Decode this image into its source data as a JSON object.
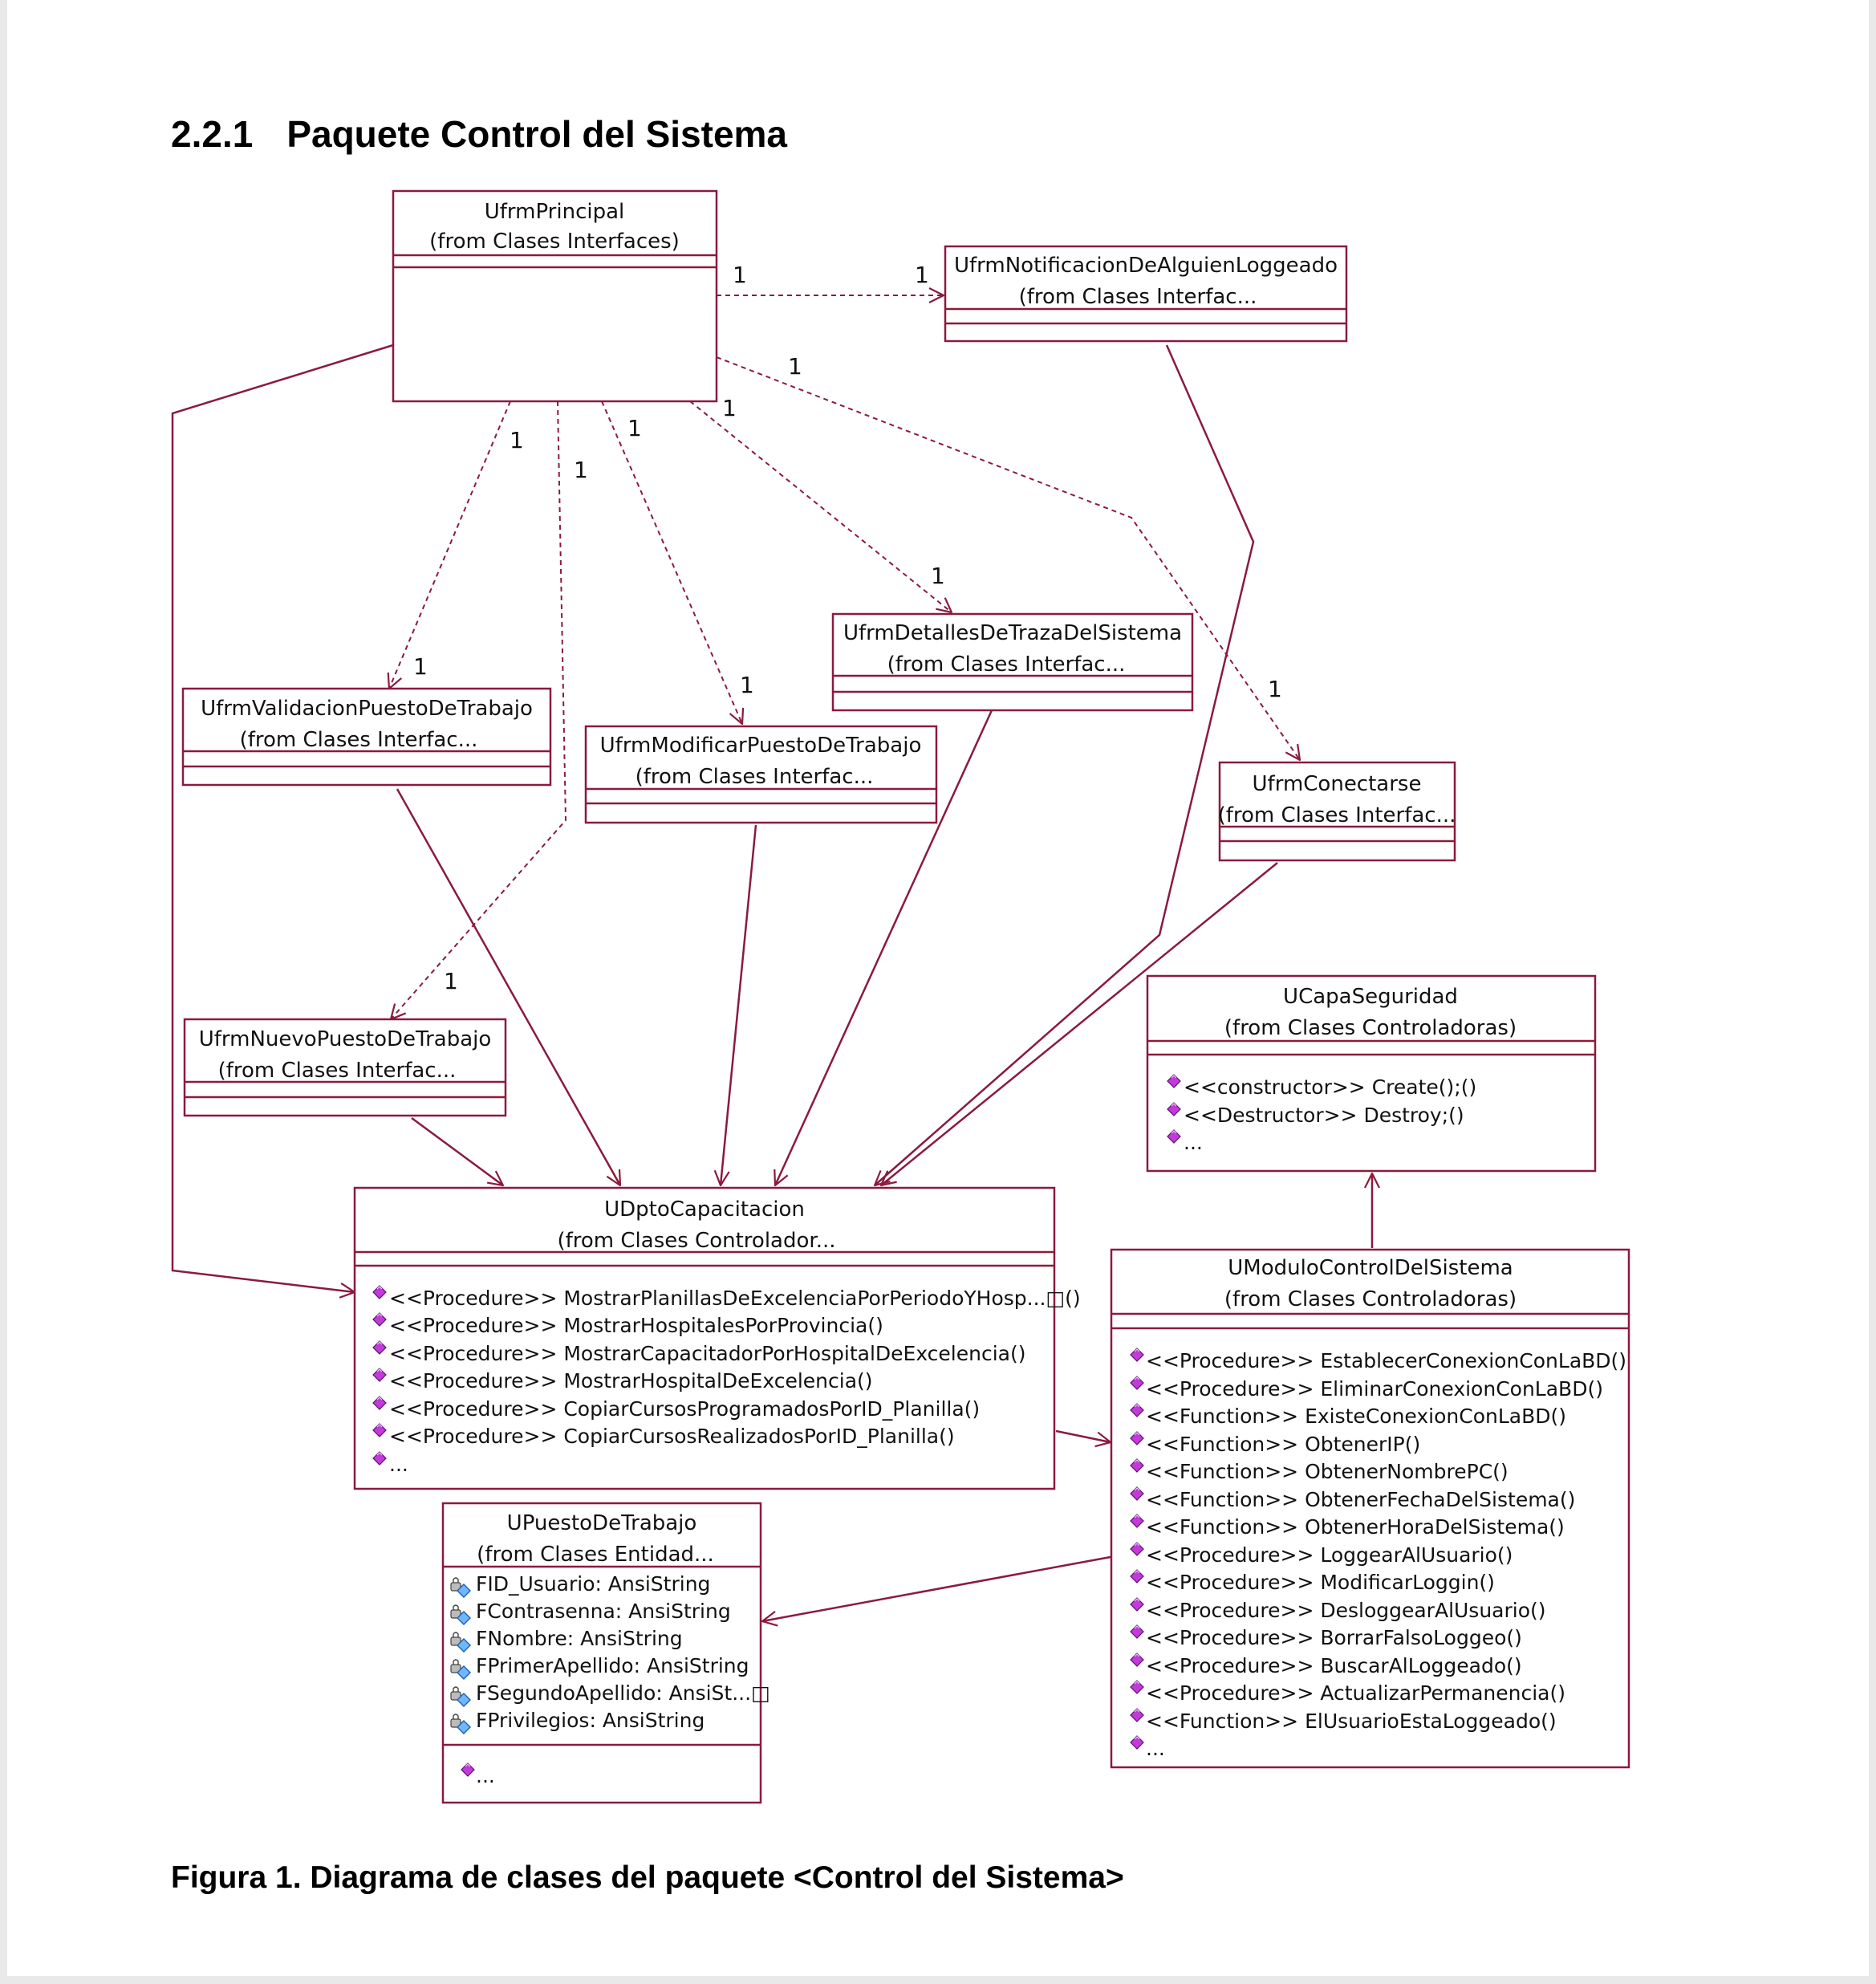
{
  "heading": {
    "number": "2.2.1",
    "title": "Paquete Control del Sistema"
  },
  "caption": "Figura 1. Diagrama de clases del paquete <Control del Sistema>",
  "classes": {
    "principal": {
      "name": "UfrmPrincipal",
      "package": "(from Clases Interfaces)"
    },
    "notificacion": {
      "name": "UfrmNotificacionDeAlguienLoggeado",
      "package": "(from Clases Interfac..."
    },
    "detalles": {
      "name": "UfrmDetallesDeTrazaDelSistema",
      "package": "(from Clases Interfac..."
    },
    "validacion": {
      "name": "UfrmValidacionPuestoDeTrabajo",
      "package": "(from Clases Interfac..."
    },
    "modificar": {
      "name": "UfrmModificarPuestoDeTrabajo",
      "package": "(from Clases Interfac..."
    },
    "conectarse": {
      "name": "UfrmConectarse",
      "package": "(from Clases Interfac..."
    },
    "nuevo": {
      "name": "UfrmNuevoPuestoDeTrabajo",
      "package": "(from Clases Interfac..."
    },
    "seguridad": {
      "name": "UCapaSeguridad",
      "package": "(from Clases Controladoras)",
      "operations": [
        "<<constructor>> Create();()",
        "<<Destructor>> Destroy;()",
        "..."
      ]
    },
    "capacitacion": {
      "name": "UDptoCapacitacion",
      "package": "(from Clases Controlador...",
      "operations": [
        "<<Procedure>> MostrarPlanillasDeExcelenciaPorPeriodoYHosp...□()",
        "<<Procedure>> MostrarHospitalesPorProvincia()",
        "<<Procedure>> MostrarCapacitadorPorHospitalDeExcelencia()",
        "<<Procedure>> MostrarHospitalDeExcelencia()",
        "<<Procedure>> CopiarCursosProgramadosPorID_Planilla()",
        "<<Procedure>> CopiarCursosRealizadosPorID_Planilla()",
        "..."
      ]
    },
    "modulo": {
      "name": "UModuloControlDelSistema",
      "package": "(from Clases Controladoras)",
      "operations": [
        "<<Procedure>> EstablecerConexionConLaBD()",
        "<<Procedure>> EliminarConexionConLaBD()",
        "<<Function>> ExisteConexionConLaBD()",
        "<<Function>> ObtenerIP()",
        "<<Function>> ObtenerNombrePC()",
        "<<Function>> ObtenerFechaDelSistema()",
        "<<Function>> ObtenerHoraDelSistema()",
        "<<Procedure>> LoggearAlUsuario()",
        "<<Procedure>> ModificarLoggin()",
        "<<Procedure>> DesloggearAlUsuario()",
        "<<Procedure>> BorrarFalsoLoggeo()",
        "<<Procedure>> BuscarAlLoggeado()",
        "<<Procedure>> ActualizarPermanencia()",
        "<<Function>> ElUsuarioEstaLoggeado()",
        "..."
      ]
    },
    "puesto": {
      "name": "UPuestoDeTrabajo",
      "package": "(from Clases Entidad...",
      "attributes": [
        "FID_Usuario: AnsiString",
        "FContrasenna: AnsiString",
        "FNombre: AnsiString",
        "FPrimerApellido: AnsiString",
        "FSegundoApellido: AnsiSt...□",
        "FPrivilegios: AnsiString"
      ],
      "operations": [
        "..."
      ]
    }
  },
  "multiplicities": {
    "principal_notificacion_src": "1",
    "principal_notificacion_dst": "1",
    "principal_conectarse_src": "1",
    "principal_conectarse_dst": "1",
    "principal_detalles_src": "1",
    "principal_detalles_dst": "1",
    "principal_modificar_src": "1",
    "principal_modificar_dst": "1",
    "principal_validacion_src": "1",
    "principal_validacion_dst": "1",
    "principal_nuevo_src": "1",
    "principal_nuevo_dst": "1"
  },
  "colors": {
    "line": "#8b1a3d",
    "operation_icon": "#c23bd8",
    "attribute_icon": "#3d8fe0"
  }
}
